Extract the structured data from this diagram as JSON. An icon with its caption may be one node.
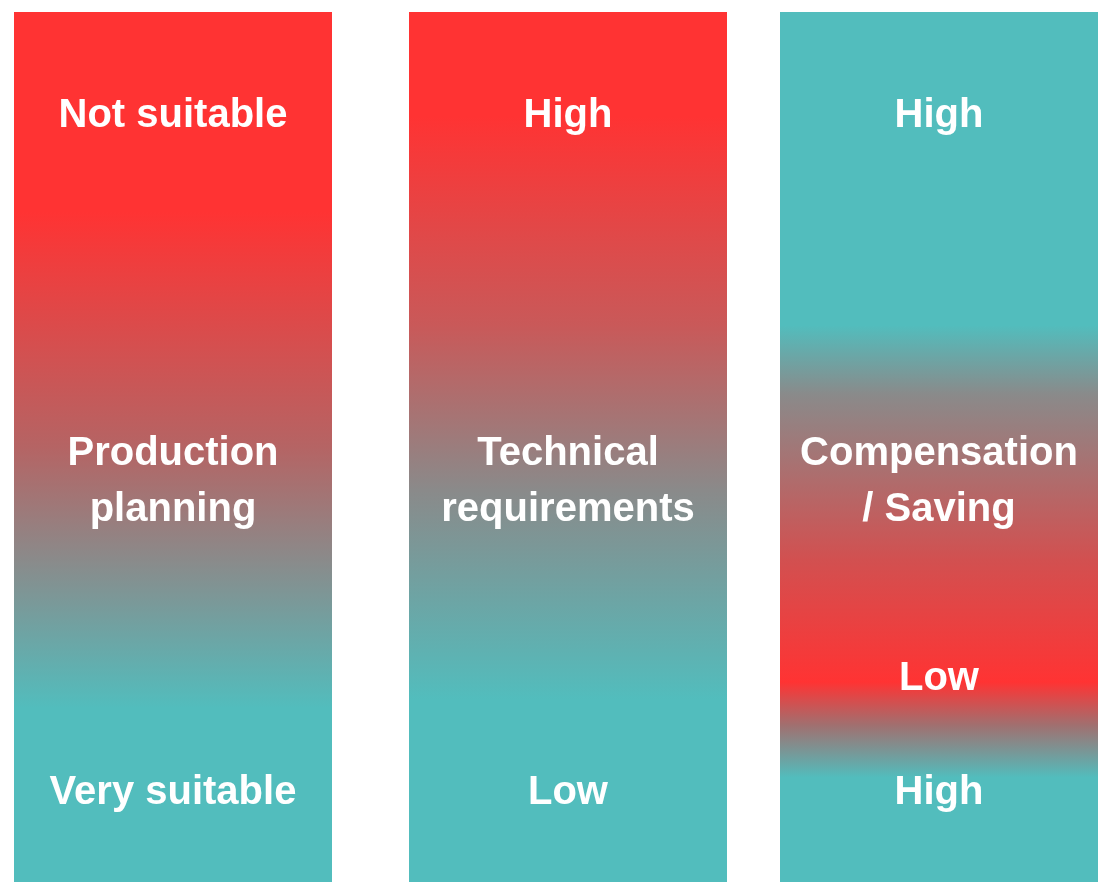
{
  "diagram": {
    "nodes": [
      {
        "text": [
          "Not suitable",
          "Production planning",
          "Very suitable"
        ]
      },
      {
        "text": [
          "High",
          "Technical requirements",
          "Low"
        ]
      },
      {
        "text": [
          "High",
          "Compensation / Saving",
          "Low",
          "High"
        ]
      }
    ]
  }
}
